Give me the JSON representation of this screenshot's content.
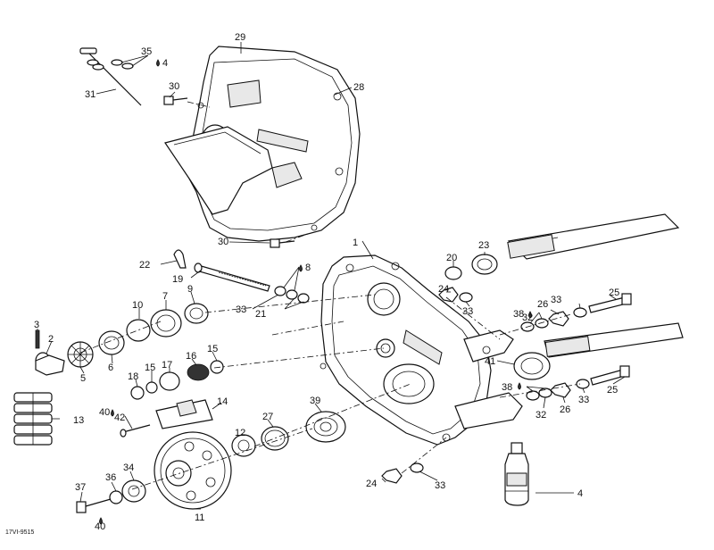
{
  "diagram_code": "17VI-9515",
  "labels": {
    "n1": "1",
    "n2": "2",
    "n3": "3",
    "n4a": "4",
    "n4b": "4",
    "n5": "5",
    "n6": "6",
    "n7": "7",
    "n8": "8",
    "n9": "9",
    "n10": "10",
    "n11": "11",
    "n12": "12",
    "n13": "13",
    "n14": "14",
    "n15a": "15",
    "n15b": "15",
    "n16": "16",
    "n17": "17",
    "n18": "18",
    "n19": "19",
    "n20": "20",
    "n21": "21",
    "n22": "22",
    "n23": "23",
    "n24a": "24",
    "n24b": "24",
    "n25a": "25",
    "n25b": "25",
    "n26a": "26",
    "n26b": "26",
    "n27": "27",
    "n28": "28",
    "n29": "29",
    "n30a": "30",
    "n30b": "30",
    "n31": "31",
    "n32a": "32",
    "n32b": "32",
    "n33a": "33",
    "n33b": "33",
    "n33c": "33",
    "n33d": "33",
    "n33e": "33",
    "n34": "34",
    "n35": "35",
    "n36": "36",
    "n37": "37",
    "n38a": "38",
    "n38b": "38",
    "n39": "39",
    "n40a": "40",
    "n40b": "40",
    "n41": "41",
    "n42": "42"
  },
  "icons": {
    "lubricant": "oil-drop-icon"
  }
}
